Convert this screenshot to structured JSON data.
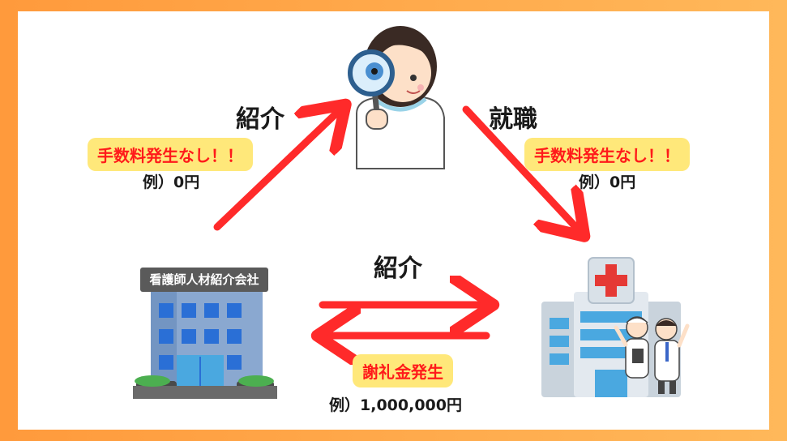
{
  "labels": {
    "intro_top": "紹介",
    "employment": "就職",
    "intro_bottom": "紹介"
  },
  "badges": {
    "left_fee": "手数料発生なし！！",
    "right_fee": "手数料発生なし！！",
    "reward": "謝礼金発生"
  },
  "examples": {
    "left": "例）0円",
    "right": "例）0円",
    "bottom": "例）1,000,000円"
  },
  "agency_sign": "看護師人材紹介会社",
  "colors": {
    "arrow": "#ff2a2a",
    "badge_bg": "#ffe87a",
    "badge_text": "#ff1a1a",
    "frame": "#ff9a3c"
  },
  "icons": [
    "nurse-with-magnifier-icon",
    "agency-building-icon",
    "hospital-icon",
    "cross-icon"
  ]
}
